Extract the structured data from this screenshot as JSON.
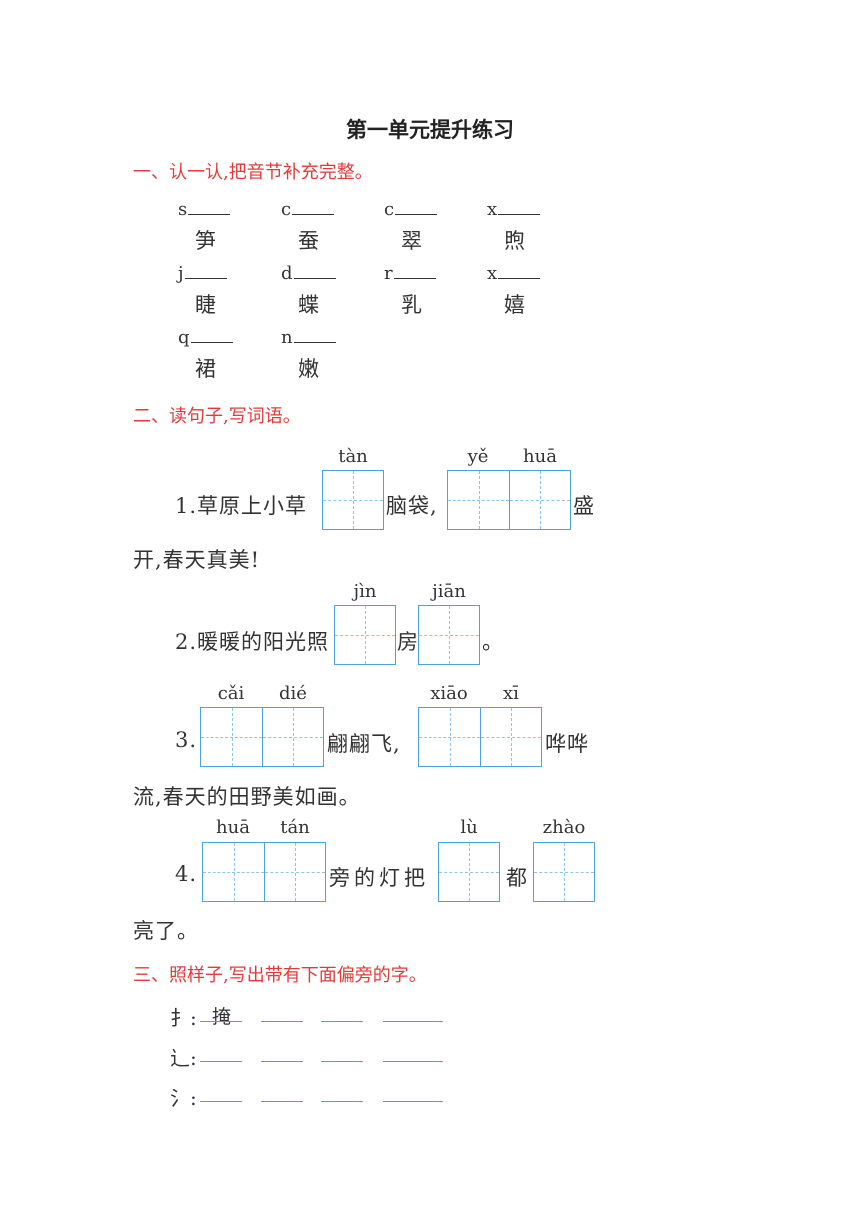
{
  "title": "第一单元提升练习",
  "section1": {
    "heading": "一、认一认,把音节补充完整。",
    "items": [
      {
        "letter": "s",
        "char": "笋"
      },
      {
        "letter": "c",
        "char": "蚕"
      },
      {
        "letter": "c",
        "char": "翠"
      },
      {
        "letter": "x",
        "char": "煦"
      },
      {
        "letter": "j",
        "char": "睫"
      },
      {
        "letter": "d",
        "char": "蝶"
      },
      {
        "letter": "r",
        "char": "乳"
      },
      {
        "letter": "x",
        "char": "嬉"
      },
      {
        "letter": "q",
        "char": "裙"
      },
      {
        "letter": "n",
        "char": "嫩"
      }
    ]
  },
  "section2": {
    "heading": "二、读句子,写词语。",
    "s1": {
      "num": "1.",
      "pre": "草原上小草",
      "py1": "tàn",
      "mid": "脑袋,",
      "py2a": "yě",
      "py2b": "huā",
      "end": "盛",
      "line2": "开,春天真美!"
    },
    "s2": {
      "num": "2.",
      "pre": "暖暖的阳光照",
      "py1": "jìn",
      "mid": "房",
      "py2": "jiān",
      "end": "。"
    },
    "s3": {
      "num": "3.",
      "py1a": "cǎi",
      "py1b": "dié",
      "mid": "翩翩飞,",
      "py2a": "xiāo",
      "py2b": "xī",
      "end": "哗哗",
      "line2": "流,春天的田野美如画。"
    },
    "s4": {
      "num": "4.",
      "py1a": "huā",
      "py1b": "tán",
      "mid": "旁的灯把",
      "py2": "lù",
      "mid2": "都",
      "py3": "zhào",
      "line2": "亮了。"
    }
  },
  "section3": {
    "heading": "三、照样子,写出带有下面偏旁的字。",
    "rows": [
      {
        "radical": "扌:",
        "example": "掩"
      },
      {
        "radical": "辶:",
        "example": ""
      },
      {
        "radical": "氵:",
        "example": ""
      }
    ]
  }
}
